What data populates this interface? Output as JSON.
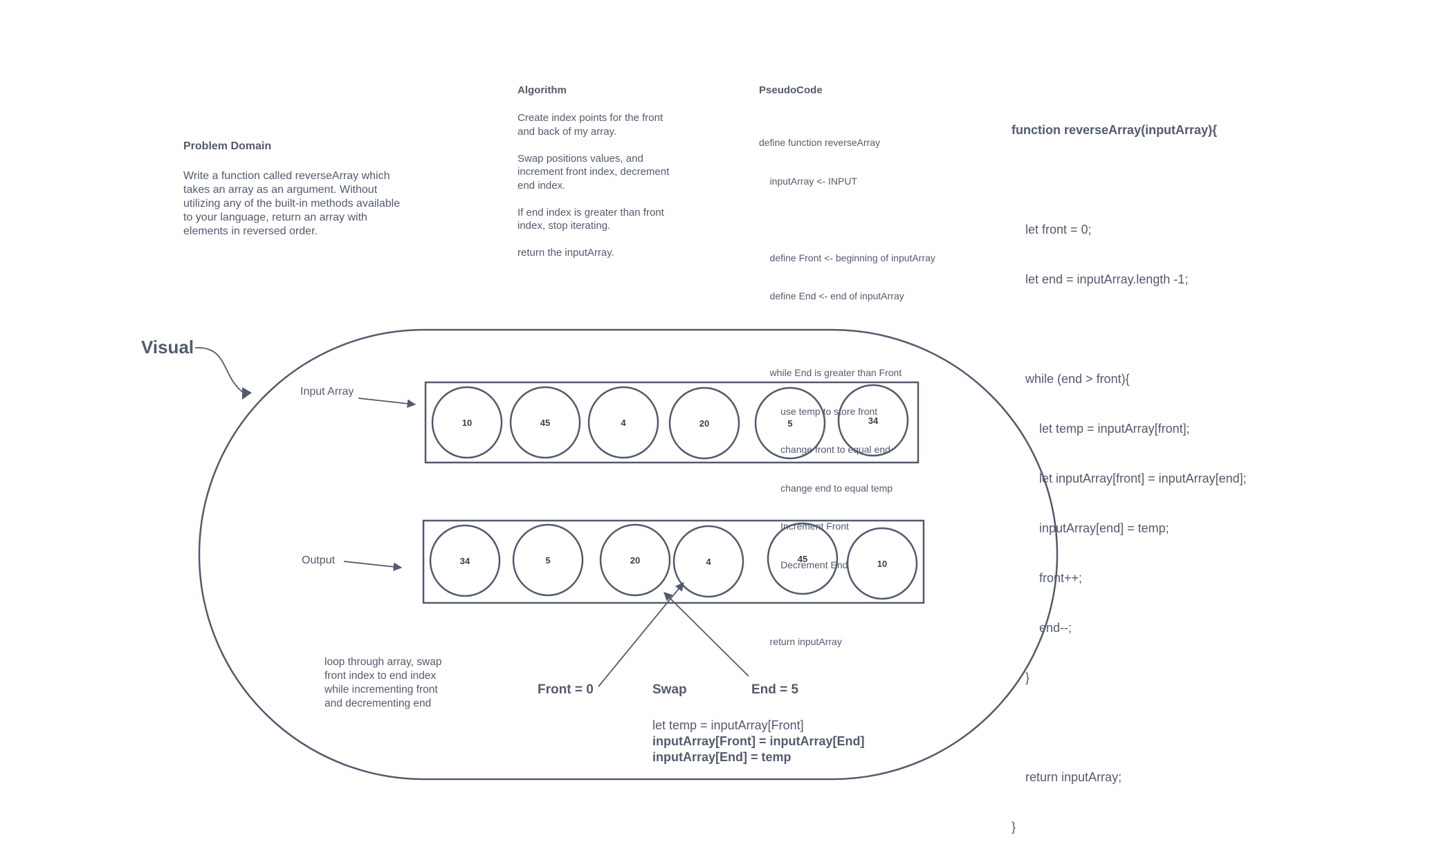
{
  "problem_domain": {
    "heading": "Problem Domain",
    "lines": [
      "Write a function called reverseArray which",
      "takes an array as an argument. Without",
      "utilizing any of the built-in methods available",
      "to your language, return an array with",
      "elements in reversed order."
    ]
  },
  "algorithm": {
    "heading": "Algorithm",
    "p1": [
      "Create index points for the front",
      "and back of my array."
    ],
    "p2": [
      "Swap positions values, and",
      "increment front index, decrement",
      "end index."
    ],
    "p3": [
      "If end index is greater than front",
      "index, stop iterating."
    ],
    "p4": "return the inputArray."
  },
  "pseudocode": {
    "heading": "PseudoCode",
    "lines": [
      "define function reverseArray",
      "    inputArray <- INPUT",
      "",
      "    define Front <- beginning of inputArray",
      "    define End <- end of inputArray",
      "",
      "    while End is greater than Front",
      "        use temp to store front",
      "        change front to equal end",
      "        change end to equal temp",
      "        Increment Front",
      "        Decrement End",
      "",
      "    return inputArray"
    ]
  },
  "code": {
    "first_line": "function reverseArray(inputArray){",
    "lines": [
      "",
      "    let front = 0;",
      "    let end = inputArray.length -1;",
      "",
      "    while (end > front){",
      "        let temp = inputArray[front];",
      "        let inputArray[front] = inputArray[end];",
      "        inputArray[end] = temp;",
      "        front++;",
      "        end--;",
      "    }",
      "",
      "    return inputArray;",
      "}"
    ]
  },
  "visual": {
    "title": "Visual",
    "input_label": "Input Array",
    "output_label": "Output",
    "input_values": [
      "10",
      "45",
      "4",
      "20",
      "5",
      "34"
    ],
    "output_values": [
      "34",
      "5",
      "20",
      "4",
      "45",
      "10"
    ],
    "loop_note": [
      "loop through array, swap",
      "front index to end index",
      "while incrementing front",
      "and decrementing end"
    ],
    "front_label": "Front = 0",
    "swap_label": "Swap",
    "end_label": "End = 5",
    "swap_code": {
      "line1": "let temp = inputArray[Front]",
      "line2": "inputArray[Front] = inputArray[End]",
      "line3": "inputArray[End] = temp"
    }
  },
  "colors": {
    "ink": "#535a6e",
    "background": "#ffffff"
  }
}
